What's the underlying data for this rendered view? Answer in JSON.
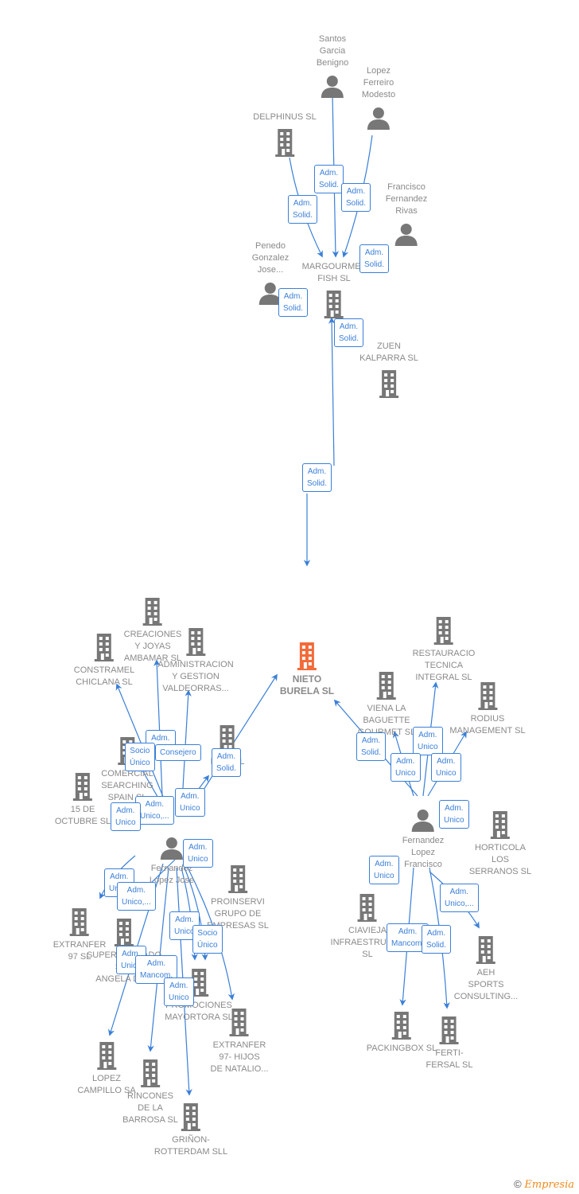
{
  "colors": {
    "edge": "#3a7fd8",
    "node_gray": "#777777",
    "node_main": "#f26b3a",
    "label": "#8a8a8a"
  },
  "nodes": [
    {
      "id": "santos",
      "type": "person",
      "label": "Santos\nGarcia\nBenigno"
    },
    {
      "id": "lopezf",
      "type": "person",
      "label": "Lopez\nFerreiro\nModesto"
    },
    {
      "id": "delphinus",
      "type": "company",
      "label": "DELPHINUS  SL"
    },
    {
      "id": "franciscof",
      "type": "person",
      "label": "Francisco\nFernandez\nRivas"
    },
    {
      "id": "penedo",
      "type": "person",
      "label": "Penedo\nGonzalez\nJose..."
    },
    {
      "id": "margourmet",
      "type": "company",
      "label": "MARGOURMET\nFISH  SL"
    },
    {
      "id": "zuen",
      "type": "company",
      "label": "ZUEN\nKALPARRA SL"
    },
    {
      "id": "nieto",
      "type": "main",
      "label": "NIETO\nBURELA  SL"
    },
    {
      "id": "creaciones",
      "type": "company",
      "label": "CREACIONES\nY JOYAS\nAMBAMAR SL"
    },
    {
      "id": "constramel",
      "type": "company",
      "label": "CONSTRAMEL\nCHICLANA SL"
    },
    {
      "id": "administracion",
      "type": "company",
      "label": "ADMINISTRACION\nY GESTION\nVALDEORRAS..."
    },
    {
      "id": "comercial",
      "type": "company",
      "label": "COMERCIAL\nSEARCHING\nSPAIN SL"
    },
    {
      "id": "mu",
      "type": "company",
      "label": "MU...  SL"
    },
    {
      "id": "octubre",
      "type": "company",
      "label": "15 DE\nOCTUBRE SL"
    },
    {
      "id": "fernandezjose",
      "type": "person",
      "label": "Fernandez\nLopez Jose"
    },
    {
      "id": "proinservi",
      "type": "company",
      "label": "PROINSERVI\nGRUPO DE\nEMPRESAS  SL"
    },
    {
      "id": "extranfer97",
      "type": "company",
      "label": "EXTRANFER\n97 SL"
    },
    {
      "id": "supermercado",
      "type": "company",
      "label": "SUPERMERCADO\nSAN\nANGELA DE..."
    },
    {
      "id": "promociones",
      "type": "company",
      "label": "PROMOCIONES\nMAYORTORA SL"
    },
    {
      "id": "extranferhijos",
      "type": "company",
      "label": "EXTRANFER\n97- HIJOS\nDE NATALIO..."
    },
    {
      "id": "lopezcampillo",
      "type": "company",
      "label": "LOPEZ\nCAMPILLO SA"
    },
    {
      "id": "rincones",
      "type": "company",
      "label": "RINCONES\nDE LA\nBARROSA SL"
    },
    {
      "id": "grinon",
      "type": "company",
      "label": "GRIÑON-\nROTTERDAM SLL"
    },
    {
      "id": "restauracio",
      "type": "company",
      "label": "RESTAURACIO\nTECNICA\nINTEGRAL SL"
    },
    {
      "id": "viena",
      "type": "company",
      "label": "VIENA LA\nBAGUETTE\nGOURMET SL"
    },
    {
      "id": "rodius",
      "type": "company",
      "label": "RODIUS\nMANAGEMENT SL"
    },
    {
      "id": "fernandezfrancisco",
      "type": "person",
      "label": "Fernandez\nLopez\nFrancisco"
    },
    {
      "id": "horticola",
      "type": "company",
      "label": "HORTICOLA\nLOS\nSERRANOS SL"
    },
    {
      "id": "ciavieja",
      "type": "company",
      "label": "CIAVIEJA\nINFRAESTRUCT...\nSL"
    },
    {
      "id": "aeh",
      "type": "company",
      "label": "AEH\nSPORTS\nCONSULTING..."
    },
    {
      "id": "packingbox",
      "type": "company",
      "label": "PACKINGBOX SL"
    },
    {
      "id": "fertifersal",
      "type": "company",
      "label": "FERTI-\nFERSAL SL"
    }
  ],
  "roles": [
    {
      "label": "Adm.\nSolid."
    },
    {
      "label": "Adm.\nSolid."
    },
    {
      "label": "Adm.\nSolid."
    },
    {
      "label": "Adm.\nSolid."
    },
    {
      "label": "Adm.\nSolid."
    },
    {
      "label": "Adm.\nSolid."
    },
    {
      "label": "Adm.\nSolid."
    },
    {
      "label": "Adm.\nSolid."
    },
    {
      "label": "Adm.\nUnico"
    },
    {
      "label": "Socio\nÚnico"
    },
    {
      "label": "Consejero"
    },
    {
      "label": "Adm.\nSolid."
    },
    {
      "label": "Adm.\nUnico"
    },
    {
      "label": "Adm.\nUnico,..."
    },
    {
      "label": "Adm.\nUnico"
    },
    {
      "label": "Adm.\nUnico"
    },
    {
      "label": "Adm.\nUnico"
    },
    {
      "label": "Adm.\nUnico,..."
    },
    {
      "label": "Adm.\nUnico"
    },
    {
      "label": "Socio\nÚnico"
    },
    {
      "label": "Adm.\nUnico"
    },
    {
      "label": "Adm.\nMancom."
    },
    {
      "label": "Adm.\nUnico"
    },
    {
      "label": "Adm.\nSolid."
    },
    {
      "label": "Adm.\nUnico"
    },
    {
      "label": "Adm.\nUnico"
    },
    {
      "label": "Adm.\nUnico"
    },
    {
      "label": "Adm.\nUnico"
    },
    {
      "label": "Adm.\nUnico"
    },
    {
      "label": "Adm.\nUnico,..."
    },
    {
      "label": "Adm.\nMancom."
    },
    {
      "label": "Adm.\nSolid."
    }
  ],
  "footer": {
    "copyright": "©",
    "brand": "Empresia"
  }
}
